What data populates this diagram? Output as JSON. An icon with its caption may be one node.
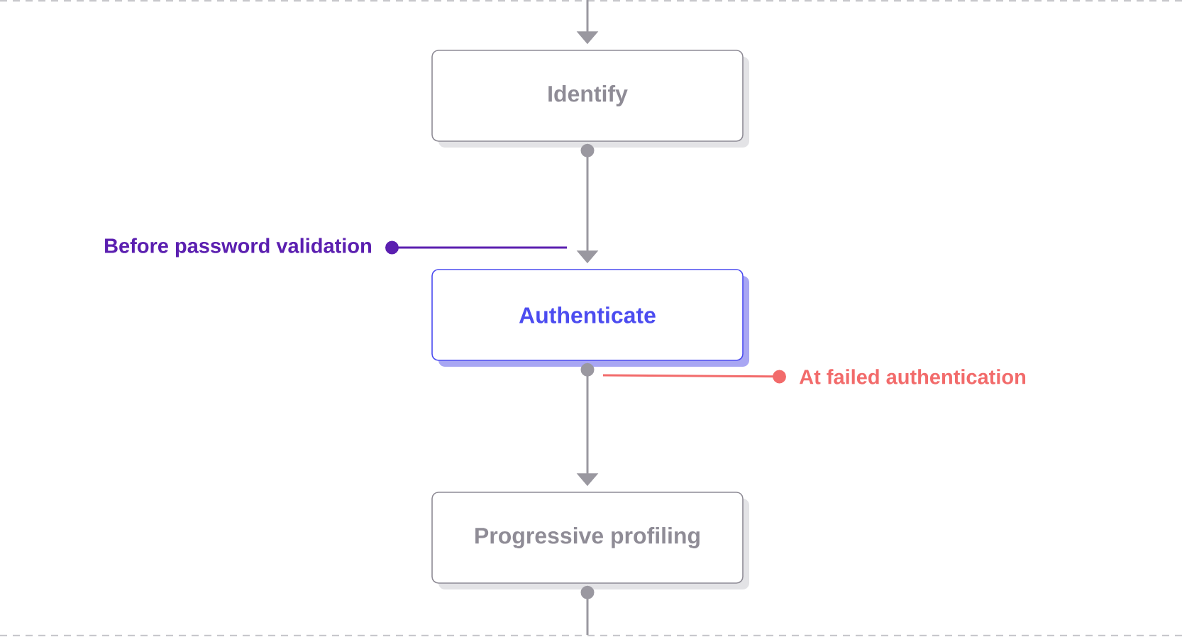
{
  "diagram": {
    "nodes": [
      {
        "text": [
          "Identify"
        ]
      },
      {
        "text": [
          "Authenticate"
        ]
      },
      {
        "text": [
          "Progressive profiling"
        ]
      },
      {
        "text": [
          "Before password validation"
        ]
      },
      {
        "text": [
          "At failed authentication"
        ]
      }
    ],
    "edges": [
      {
        "from": null,
        "to": 0,
        "arrow": "to"
      },
      {
        "from": 0,
        "to": 1,
        "arrow": "to"
      },
      {
        "from": 1,
        "to": 2,
        "arrow": "to"
      },
      {
        "from": 2,
        "to": null,
        "arrow": "other"
      },
      {
        "from": 3,
        "to": null,
        "arrow": "other",
        "color": "#5b1fb0"
      },
      {
        "from": 4,
        "to": null,
        "arrow": "other",
        "color": "#f26b6b"
      }
    ]
  }
}
